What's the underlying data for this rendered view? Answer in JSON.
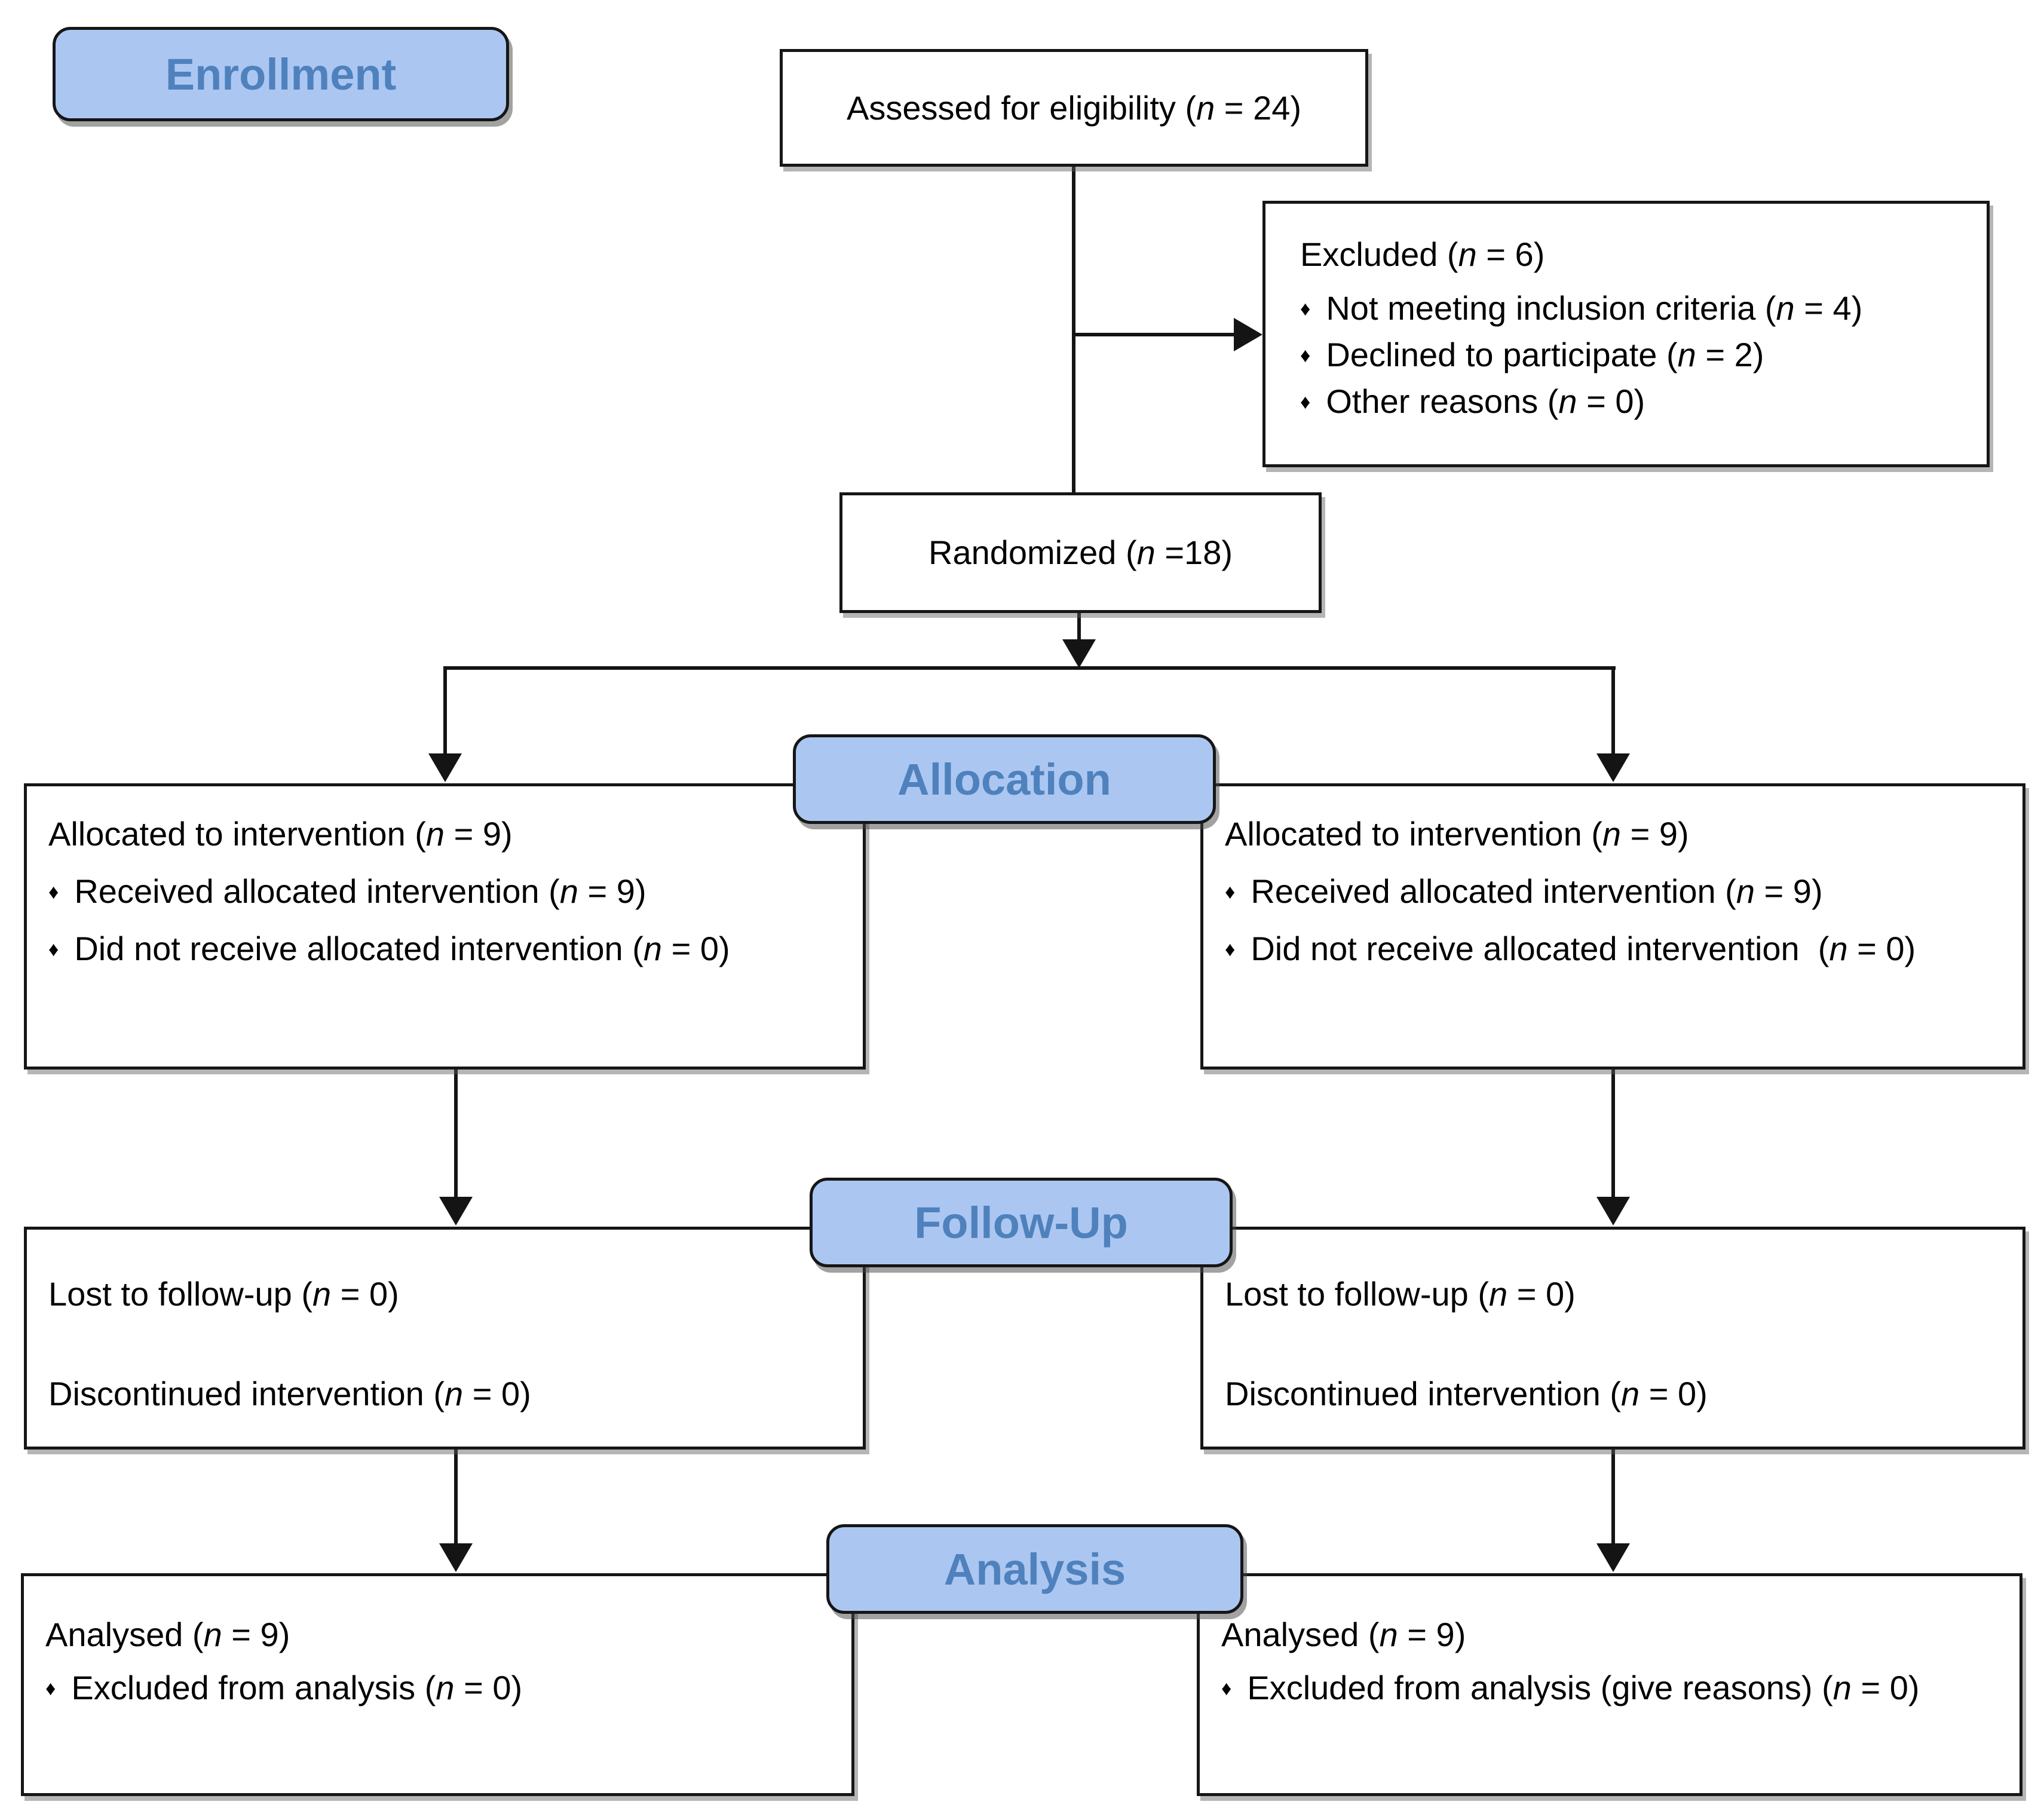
{
  "colors": {
    "badge_fill": "#abc7f1",
    "badge_text": "#4f81bd",
    "box_border": "#161616",
    "line": "#141414",
    "background": "#ffffff",
    "text": "#000000"
  },
  "bullet_char": "♦",
  "stage_labels": {
    "enrollment": "Enrollment",
    "allocation": "Allocation",
    "followup": "Follow-Up",
    "analysis": "Analysis"
  },
  "boxes": {
    "assessed": {
      "pre": "Assessed for eligibility (",
      "var": "n",
      "post": " = 24)"
    },
    "excluded": {
      "title": {
        "pre": "Excluded (",
        "var": "n",
        "post": " = 6)"
      },
      "bullets": [
        {
          "pre": "Not meeting inclusion criteria (",
          "var": "n",
          "post": " = 4)"
        },
        {
          "pre": "Declined to participate (",
          "var": "n",
          "post": " = 2)"
        },
        {
          "pre": "Other reasons (",
          "var": "n",
          "post": " = 0)"
        }
      ]
    },
    "randomized": {
      "pre": "Randomized (",
      "var": "n",
      "post": " =18)"
    },
    "allocation_left": {
      "title": {
        "pre": "Allocated to intervention (",
        "var": "n",
        "post": " = 9)"
      },
      "bullets": [
        {
          "pre": "Received allocated intervention (",
          "var": "n",
          "post": " = 9)"
        },
        {
          "pre": "Did not receive allocated intervention (",
          "var": "n",
          "post": " = 0)"
        }
      ]
    },
    "allocation_right": {
      "title": {
        "pre": "Allocated to intervention (",
        "var": "n",
        "post": " = 9)"
      },
      "bullets": [
        {
          "pre": "Received allocated intervention (",
          "var": "n",
          "post": " = 9)"
        },
        {
          "pre": "Did not receive allocated intervention  (",
          "var": "n",
          "post": " = 0)"
        }
      ]
    },
    "followup_left": {
      "lines": [
        {
          "pre": "Lost to follow-up (",
          "var": "n",
          "post": " = 0)"
        },
        {
          "pre": "Discontinued intervention (",
          "var": "n",
          "post": " = 0)"
        }
      ]
    },
    "followup_right": {
      "lines": [
        {
          "pre": "Lost to follow-up (",
          "var": "n",
          "post": " = 0)"
        },
        {
          "pre": "Discontinued intervention (",
          "var": "n",
          "post": " = 0)"
        }
      ]
    },
    "analysis_left": {
      "title": {
        "pre": "Analysed (",
        "var": "n",
        "post": " = 9)"
      },
      "bullets": [
        {
          "pre": "Excluded from analysis (",
          "var": "n",
          "post": " = 0)"
        }
      ]
    },
    "analysis_right": {
      "title": {
        "pre": "Analysed (",
        "var": "n",
        "post": " = 9)"
      },
      "bullets": [
        {
          "pre": "Excluded from analysis (give reasons) (",
          "var": "n",
          "post": " = 0)"
        }
      ]
    }
  }
}
